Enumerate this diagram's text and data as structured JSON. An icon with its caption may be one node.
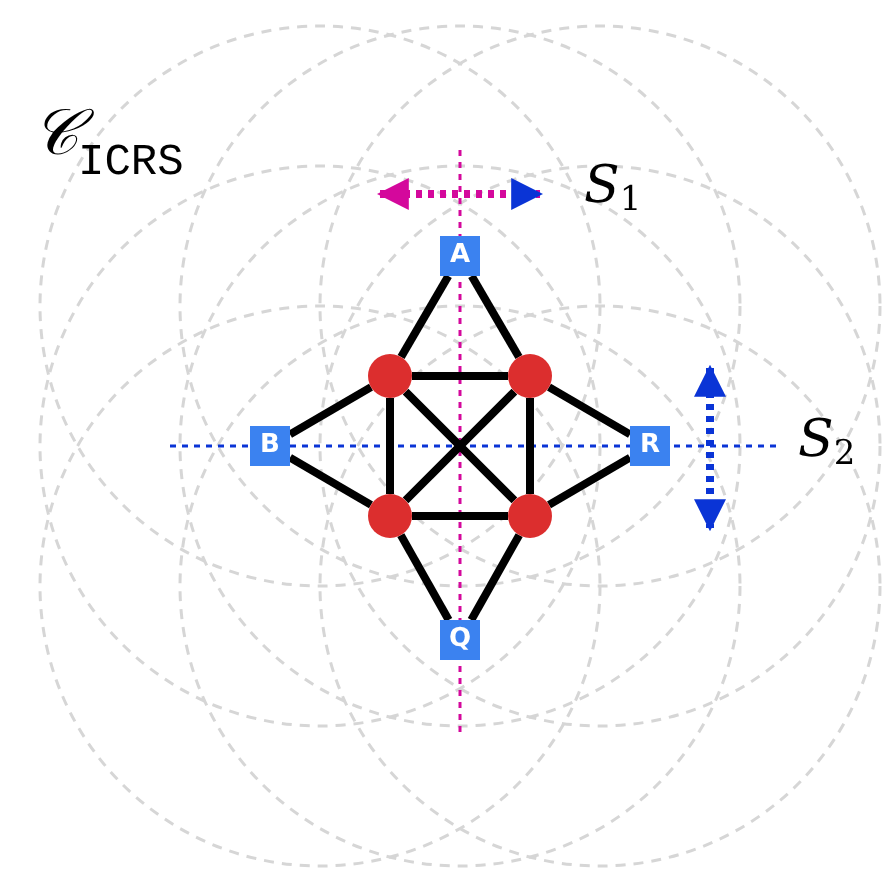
{
  "diagram": {
    "title": "𝒞$_{ICRS}$",
    "nodes": [
      {
        "text": [
          "A"
        ]
      },
      {
        "text": [],
        "shape": "circle"
      },
      {
        "text": [],
        "shape": "circle"
      },
      {
        "text": [
          "B"
        ]
      },
      {
        "text": [
          "R"
        ]
      },
      {
        "text": [],
        "shape": "circle"
      },
      {
        "text": [],
        "shape": "circle"
      },
      {
        "text": [
          "Q"
        ]
      }
    ],
    "edges": [
      {
        "from": 0,
        "to": 1,
        "arrow": "none"
      },
      {
        "from": 0,
        "to": 2,
        "arrow": "none"
      },
      {
        "from": 1,
        "to": 2,
        "arrow": "none"
      },
      {
        "from": 3,
        "to": 1,
        "arrow": "none"
      },
      {
        "from": 3,
        "to": 5,
        "arrow": "none"
      },
      {
        "from": 4,
        "to": 2,
        "arrow": "none"
      },
      {
        "from": 4,
        "to": 6,
        "arrow": "none"
      },
      {
        "from": 1,
        "to": 5,
        "arrow": "none"
      },
      {
        "from": 2,
        "to": 6,
        "arrow": "none"
      },
      {
        "from": 1,
        "to": 6,
        "arrow": "none"
      },
      {
        "from": 2,
        "to": 5,
        "arrow": "none"
      },
      {
        "from": 5,
        "to": 6,
        "arrow": "none"
      },
      {
        "from": 7,
        "to": 5,
        "arrow": "none"
      },
      {
        "from": 7,
        "to": 6,
        "arrow": "none"
      }
    ],
    "labels": [
      "S$_{1}$",
      "S$_{2}$"
    ]
  }
}
